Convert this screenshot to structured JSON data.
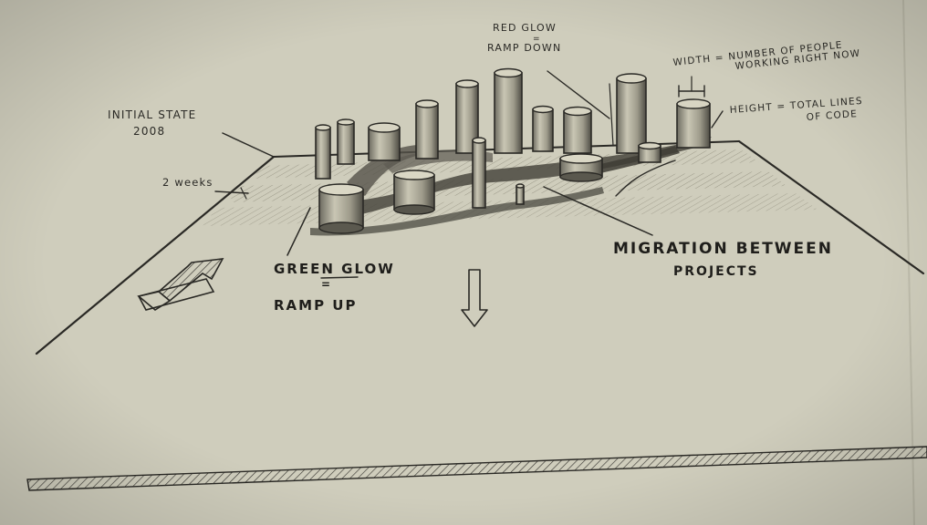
{
  "labels": {
    "initial_state_line1": "INITIAL STATE",
    "initial_state_line2": "2008",
    "two_weeks": "2 weeks",
    "red_glow_line1": "RED GLOW",
    "red_glow_eq": "=",
    "red_glow_line2": "RAMP DOWN",
    "width_line1": "WIDTH = NUMBER OF PEOPLE",
    "width_line2": "WORKING RIGHT NOW",
    "height_line1": "HEIGHT = TOTAL LINES",
    "height_line2": "OF CODE",
    "green_glow_line1": "GREEN GLOW",
    "green_glow_eq": "=",
    "green_glow_line2": "RAMP UP",
    "migration_line1": "MIGRATION BETWEEN",
    "migration_line2": "PROJECTS"
  },
  "icons": {
    "left_arrow": "diagonal-arrow-icon",
    "down_arrow": "down-arrow-icon"
  },
  "colors": {
    "paper": "#cfcdbc",
    "ink": "#2a2925",
    "shade": "#8e8b7c",
    "band": "#a9a695"
  }
}
